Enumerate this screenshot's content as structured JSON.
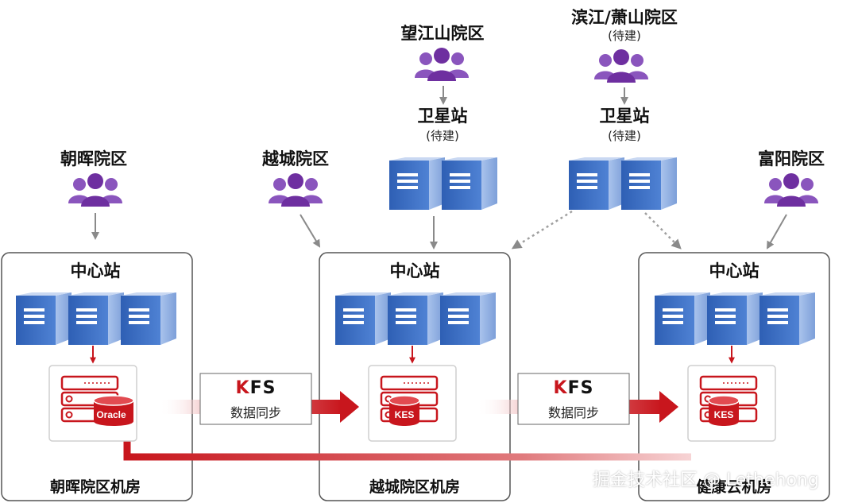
{
  "campuses": {
    "zhaohui": "朝晖院区",
    "yuecheng": "越城院区",
    "wangjiangshan": "望江山院区",
    "binjiang": "滨江/萧山院区",
    "binjiang_note": "(待建)",
    "fuyang": "富阳院区"
  },
  "satellites": {
    "left": {
      "title": "卫星站",
      "note": "(待建)"
    },
    "right": {
      "title": "卫星站",
      "note": "(待建)"
    }
  },
  "center_stations": {
    "left": "中心站",
    "middle": "中心站",
    "right": "中心站"
  },
  "databases": {
    "left": "Oracle",
    "middle": "KES",
    "right": "KES"
  },
  "sync_boxes": {
    "left": {
      "k": "K",
      "fs": "FS",
      "label": "数据同步"
    },
    "right": {
      "k": "K",
      "fs": "FS",
      "label": "数据同步"
    }
  },
  "machine_rooms": {
    "left": "朝晖院区机房",
    "middle": "越城院区机房",
    "right": "健康云机房"
  },
  "watermark": "掘金技术社区 @ Lethehong",
  "colors": {
    "server_dark": "#3f72c6",
    "server_light": "#8fb0e4",
    "user_icon": "#7b3fa8",
    "db_red": "#c8161d",
    "arrow_gray": "#8a8a8a"
  }
}
